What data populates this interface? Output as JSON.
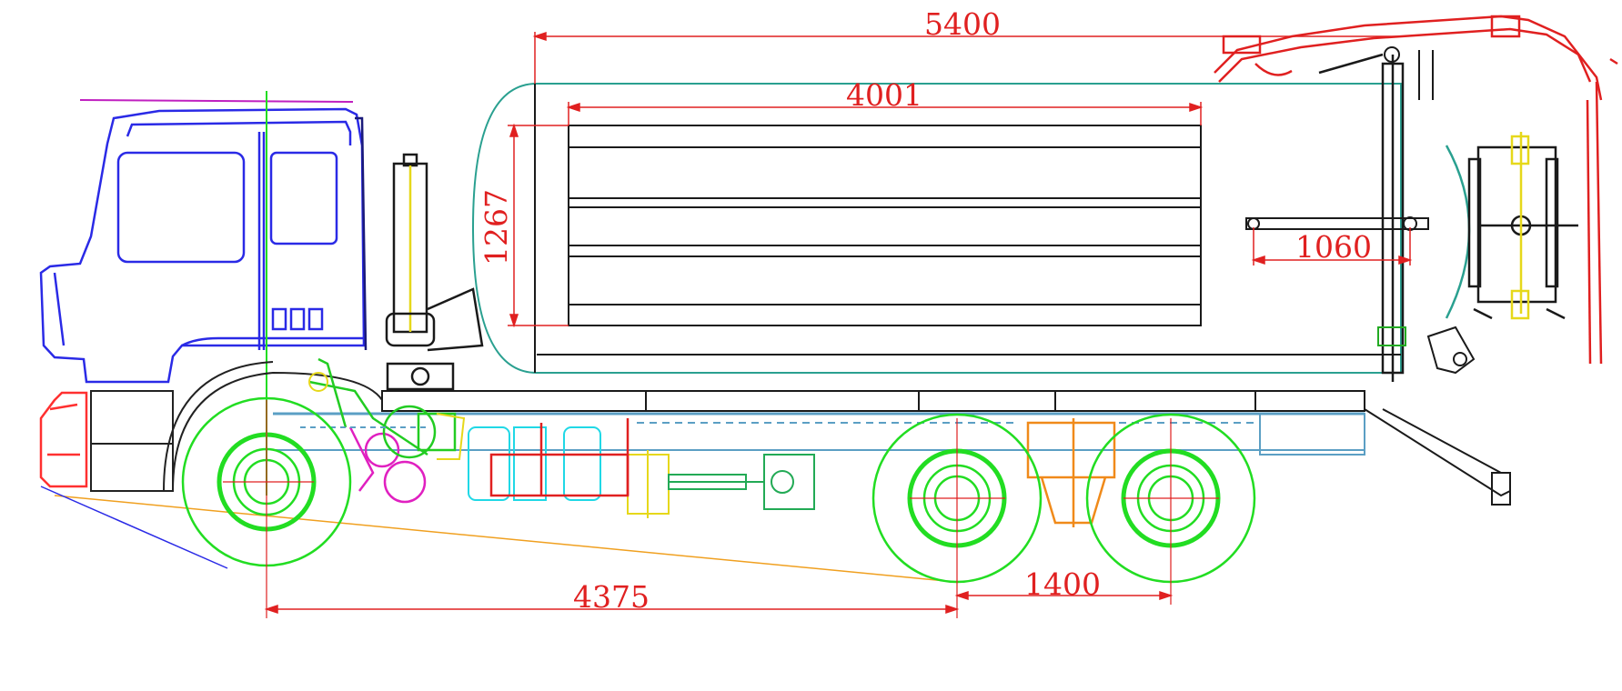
{
  "dimensions": {
    "overall_length": "5400",
    "tank_inner_length": "4001",
    "tank_height": "1267",
    "rear_component_width": "1060",
    "wheelbase_front_to_middle": "4375",
    "rear_axle_spacing": "1400"
  },
  "colors": {
    "background": "#ffffff",
    "dimension": "#e02020",
    "cab": "#2a2ae6",
    "wheels": "#22dd22",
    "tank": "#1a1a1a",
    "tank_outline": "#2aa090",
    "chassis": "#5b9fc4",
    "boom": "#e02020",
    "orange_parts": "#f08a1a",
    "magenta_parts": "#e020c0",
    "yellow_parts": "#e6d81a",
    "cyan_parts": "#20d8e6",
    "light_red": "#ff5050"
  }
}
